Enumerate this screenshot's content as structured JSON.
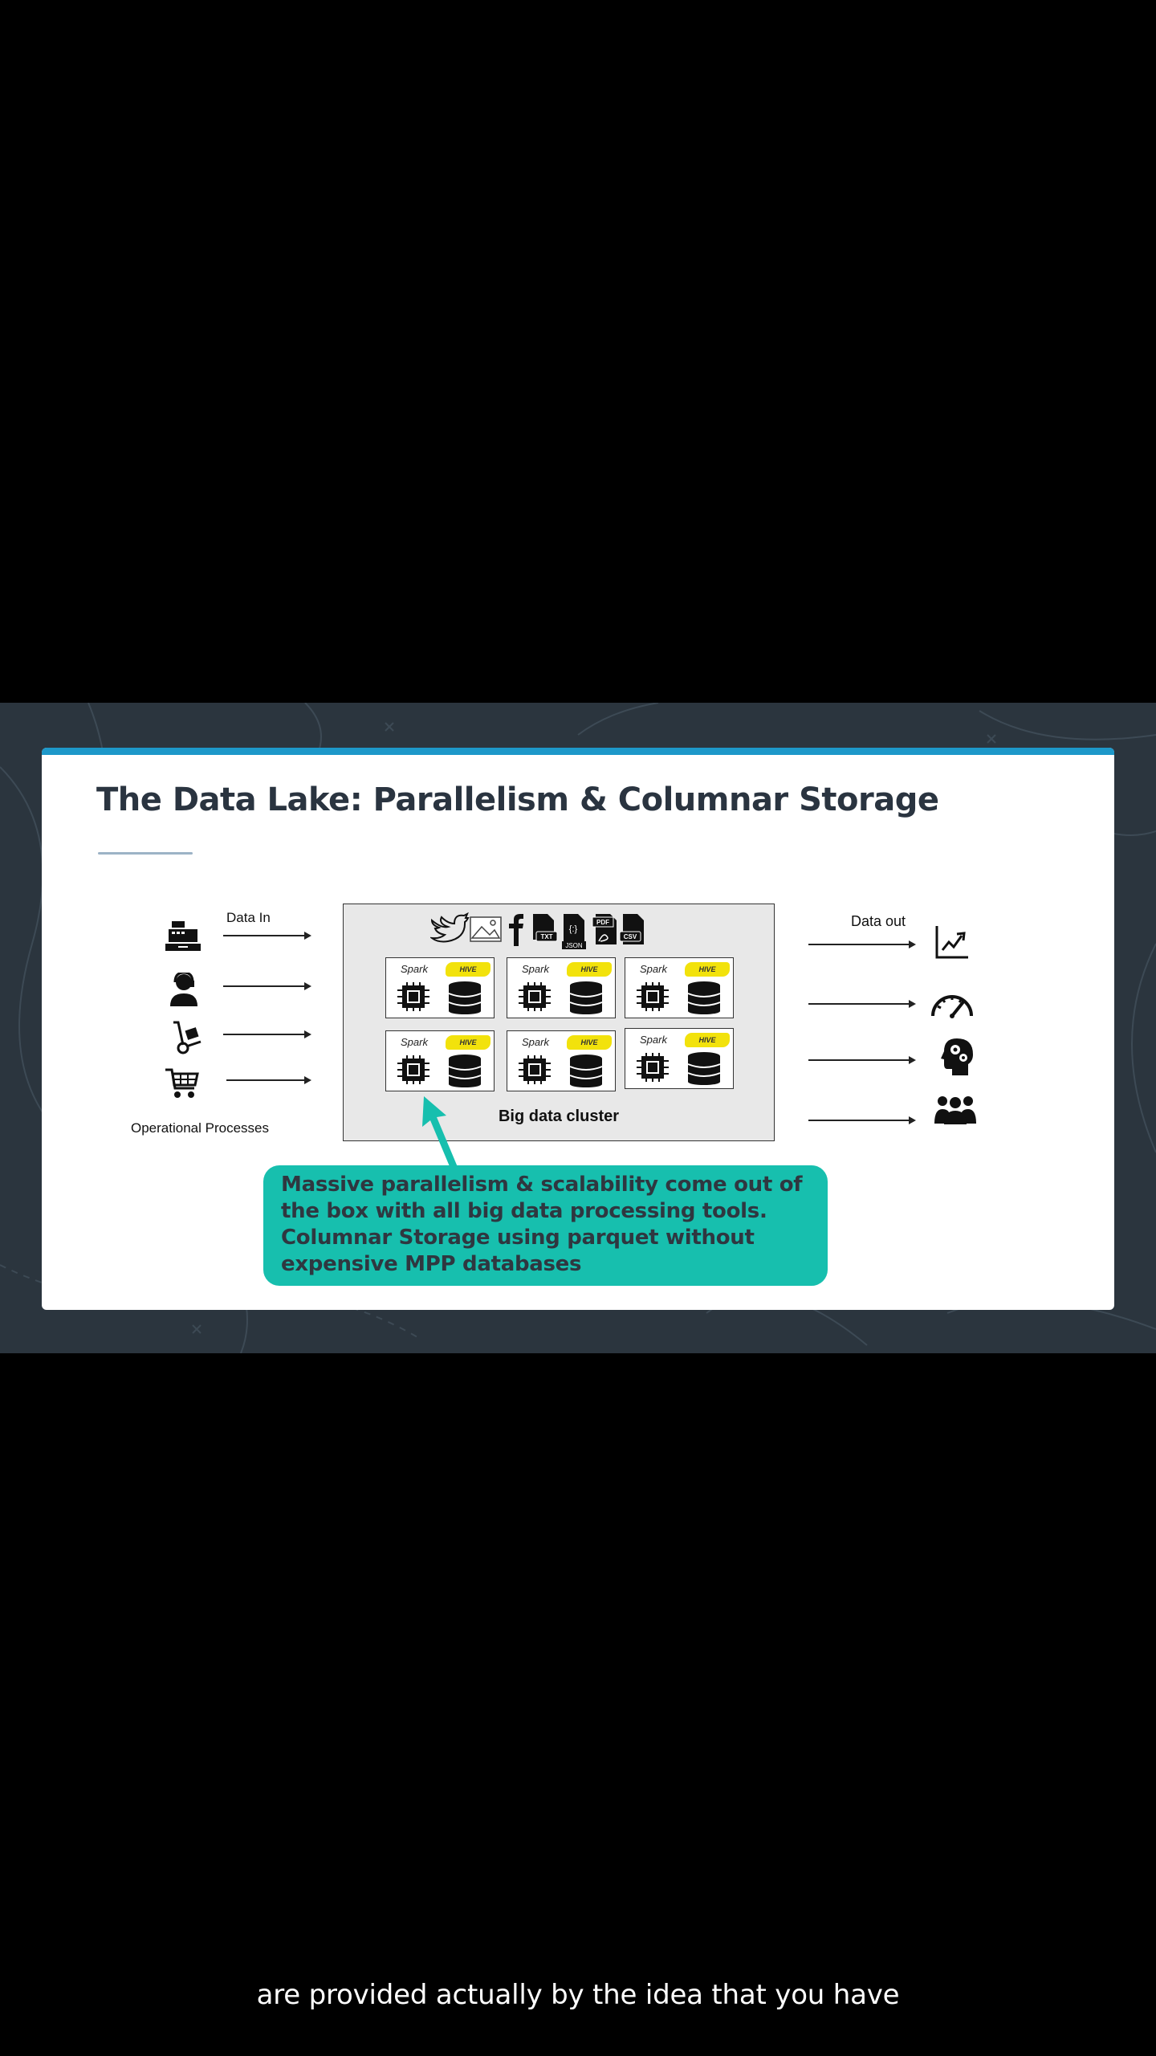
{
  "slide": {
    "title": "The Data Lake: Parallelism & Columnar Storage",
    "data_in_label": "Data In",
    "operational_label": "Operational Processes",
    "data_out_label": "Data out",
    "cluster_label": "Big data cluster",
    "node_spark_label": "Spark",
    "node_hive_label": "HIVE",
    "source_badges": {
      "txt": "TXT",
      "json": "JSON",
      "pdf": "PDF",
      "csv": "CSV"
    },
    "callout_text": "Massive parallelism &  scalability come out of\nthe box with all big data processing tools.\nColumnar Storage using parquet without\nexpensive MPP databases",
    "input_icons": [
      "cash-register-icon",
      "support-agent-icon",
      "hand-truck-icon",
      "shopping-cart-icon"
    ],
    "source_icons": [
      "twitter-icon",
      "image-icon",
      "facebook-icon",
      "txt-file-icon",
      "json-file-icon",
      "pdf-file-icon",
      "csv-file-icon"
    ],
    "output_icons": [
      "line-chart-icon",
      "speedometer-icon",
      "head-gears-icon",
      "people-group-icon"
    ],
    "colors": {
      "accent_bar": "#1d98c9",
      "callout": "#17bfae",
      "title": "#2a3440",
      "background": "#2b353e"
    }
  },
  "caption": {
    "text": "are provided actually by the idea that you have"
  }
}
